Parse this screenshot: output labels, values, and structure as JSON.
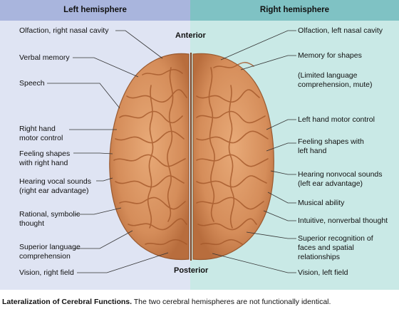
{
  "header": {
    "left_title": "Left hemisphere",
    "right_title": "Right hemisphere"
  },
  "orientation": {
    "anterior": "Anterior",
    "posterior": "Posterior"
  },
  "left_labels": [
    {
      "line1": "Olfaction, right nasal cavity",
      "line2": ""
    },
    {
      "line1": "Verbal memory",
      "line2": ""
    },
    {
      "line1": "Speech",
      "line2": ""
    },
    {
      "line1": "Right hand",
      "line2": "motor control"
    },
    {
      "line1": "Feeling shapes",
      "line2": "with right hand"
    },
    {
      "line1": "Hearing vocal sounds",
      "line2": "(right ear advantage)"
    },
    {
      "line1": "Rational, symbolic",
      "line2": "thought"
    },
    {
      "line1": "Superior language",
      "line2": "comprehension"
    },
    {
      "line1": "Vision, right field",
      "line2": ""
    }
  ],
  "right_labels": [
    {
      "line1": "Olfaction, left nasal cavity",
      "line2": "",
      "line3": ""
    },
    {
      "line1": "Memory for shapes",
      "line2": "",
      "line3": ""
    },
    {
      "line1": "(Limited language",
      "line2": "comprehension, mute)",
      "line3": ""
    },
    {
      "line1": "Left hand motor control",
      "line2": "",
      "line3": ""
    },
    {
      "line1": "Feeling shapes with",
      "line2": "left hand",
      "line3": ""
    },
    {
      "line1": "Hearing nonvocal sounds",
      "line2": "(left ear advantage)",
      "line3": ""
    },
    {
      "line1": "Musical ability",
      "line2": "",
      "line3": ""
    },
    {
      "line1": "Intuitive, nonverbal thought",
      "line2": "",
      "line3": ""
    },
    {
      "line1": "Superior recognition of",
      "line2": "faces and spatial",
      "line3": "relationships"
    },
    {
      "line1": "Vision, left field",
      "line2": "",
      "line3": ""
    }
  ],
  "caption": {
    "bold": "Lateralization of Cerebral Functions.",
    "text": " The two cerebral hemispheres are not functionally identical."
  },
  "colors": {
    "left_panel": "#dfe4f3",
    "left_header": "#a9b5dd",
    "right_panel": "#c9e9e6",
    "right_header": "#7fc2c4",
    "brain": "#d9925f"
  }
}
